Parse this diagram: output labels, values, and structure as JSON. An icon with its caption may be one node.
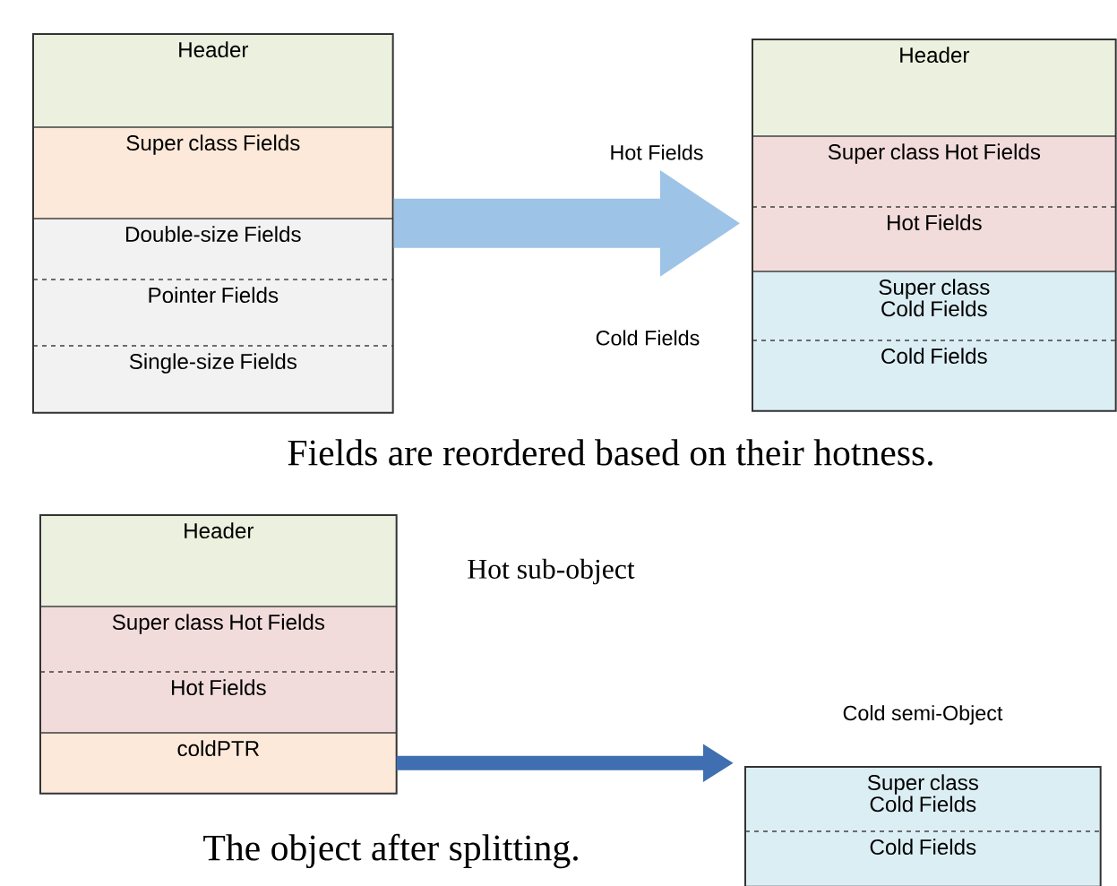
{
  "diagram": {
    "nodes": [
      {
        "text": [],
        "shape": "box"
      },
      {
        "text": [
          "Header"
        ],
        "in": 0
      },
      {
        "text": [
          "Super class Fields"
        ],
        "in": 0
      },
      {
        "text": [
          "Double-size Fields"
        ],
        "in": 0
      },
      {
        "text": [
          "Pointer Fields"
        ],
        "in": 0
      },
      {
        "text": [
          "Single-size Fields"
        ],
        "in": 0
      },
      {
        "text": [],
        "shape": "box"
      },
      {
        "text": [
          "Header"
        ],
        "in": 6
      },
      {
        "text": [
          "Super class Hot Fields"
        ],
        "in": 6
      },
      {
        "text": [
          "Hot Fields"
        ],
        "in": 6
      },
      {
        "text": [
          "Super class Cold Fields"
        ],
        "in": 6
      },
      {
        "text": [
          "Cold Fields"
        ],
        "in": 6
      },
      {
        "text": [],
        "shape": "box"
      },
      {
        "text": [
          "Header"
        ],
        "in": 12
      },
      {
        "text": [
          "Super class Hot Fields"
        ],
        "in": 12
      },
      {
        "text": [
          "Hot Fields"
        ],
        "in": 12
      },
      {
        "text": [
          "coldPTR"
        ],
        "in": 12
      },
      {
        "text": [],
        "shape": "box"
      },
      {
        "text": [
          "Super class Cold Fields"
        ],
        "in": 17
      },
      {
        "text": [
          "Cold Fields"
        ],
        "in": 17
      }
    ],
    "edges": [
      {
        "from": 0,
        "to": 6,
        "arrow": "to",
        "style": "thick",
        "color": "#9dc3e6"
      },
      {
        "from": 16,
        "to": 17,
        "arrow": "to",
        "color": "#3f6fb0"
      }
    ],
    "labels": [
      "Hot Fields",
      "Cold Fields",
      "Fields are reordered based on their hotness.",
      "Hot sub-object",
      "Cold semi-Object",
      "The object after splitting."
    ]
  }
}
